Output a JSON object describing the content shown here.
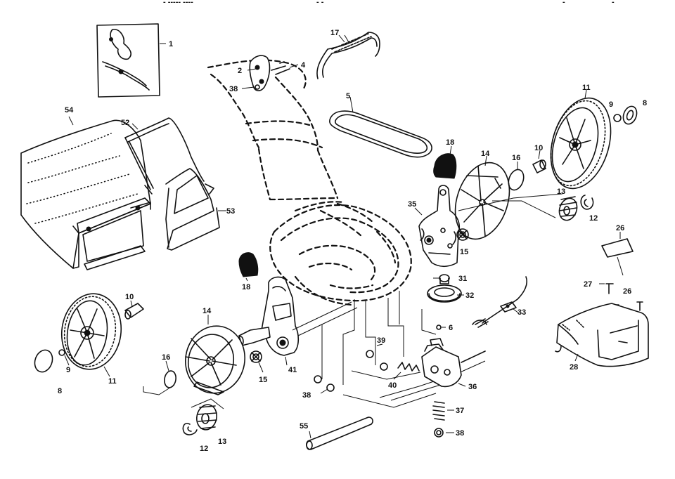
{
  "diagram": {
    "header_fragments": [
      "- ----- ----",
      "- -",
      "-",
      "-"
    ],
    "callouts": [
      {
        "id": "c1",
        "text": "1"
      },
      {
        "id": "c2",
        "text": "2"
      },
      {
        "id": "c4",
        "text": "4"
      },
      {
        "id": "c38a",
        "text": "38"
      },
      {
        "id": "c17",
        "text": "17"
      },
      {
        "id": "c5",
        "text": "5"
      },
      {
        "id": "c11r",
        "text": "11"
      },
      {
        "id": "c9r",
        "text": "9"
      },
      {
        "id": "c8r",
        "text": "8"
      },
      {
        "id": "c54",
        "text": "54"
      },
      {
        "id": "c52",
        "text": "52"
      },
      {
        "id": "c18a",
        "text": "18"
      },
      {
        "id": "c14a",
        "text": "14"
      },
      {
        "id": "c16a",
        "text": "16"
      },
      {
        "id": "c10a",
        "text": "10"
      },
      {
        "id": "c13a",
        "text": "13"
      },
      {
        "id": "c12a",
        "text": "12"
      },
      {
        "id": "c35",
        "text": "35"
      },
      {
        "id": "c15a",
        "text": "15"
      },
      {
        "id": "c53",
        "text": "53"
      },
      {
        "id": "c26a",
        "text": "26"
      },
      {
        "id": "c31",
        "text": "31"
      },
      {
        "id": "c32",
        "text": "32"
      },
      {
        "id": "c18b",
        "text": "18"
      },
      {
        "id": "c27",
        "text": "27"
      },
      {
        "id": "c26b",
        "text": "26"
      },
      {
        "id": "c10b",
        "text": "10"
      },
      {
        "id": "c14b",
        "text": "14"
      },
      {
        "id": "c33",
        "text": "33"
      },
      {
        "id": "c6",
        "text": "6"
      },
      {
        "id": "c39",
        "text": "39"
      },
      {
        "id": "c28",
        "text": "28"
      },
      {
        "id": "c41",
        "text": "41"
      },
      {
        "id": "c9l",
        "text": "9"
      },
      {
        "id": "c11l",
        "text": "11"
      },
      {
        "id": "c16b",
        "text": "16"
      },
      {
        "id": "c15b",
        "text": "15"
      },
      {
        "id": "c40",
        "text": "40"
      },
      {
        "id": "c36",
        "text": "36"
      },
      {
        "id": "c8l",
        "text": "8"
      },
      {
        "id": "c38b",
        "text": "38"
      },
      {
        "id": "c37",
        "text": "37"
      },
      {
        "id": "c55",
        "text": "55"
      },
      {
        "id": "c38c",
        "text": "38"
      },
      {
        "id": "c12b",
        "text": "12"
      },
      {
        "id": "c13b",
        "text": "13"
      }
    ]
  }
}
